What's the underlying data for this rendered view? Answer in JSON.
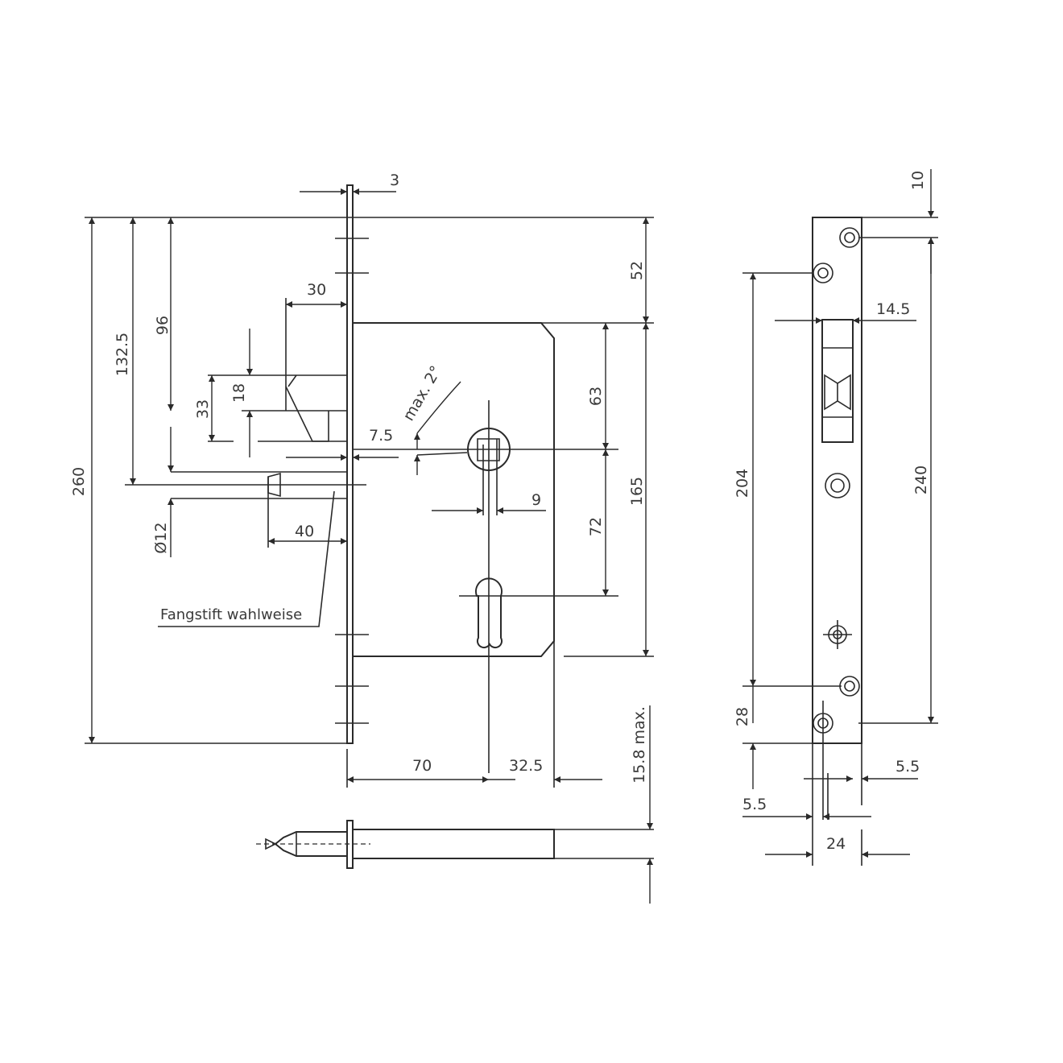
{
  "labels": {
    "d3": "3",
    "d30": "30",
    "d52": "52",
    "d96": "96",
    "d132_5": "132.5",
    "d260": "260",
    "d18": "18",
    "d33": "33",
    "d12": "Ø12",
    "d40": "40",
    "d7_5": "7.5",
    "max2": "max. 2°",
    "d63": "63",
    "d165": "165",
    "d9": "9",
    "d72": "72",
    "d70": "70",
    "d32_5": "32.5",
    "d15_8": "15.8 max.",
    "d10": "10",
    "d14_5": "14.5",
    "d204": "204",
    "d240": "240",
    "d28": "28",
    "d5_5a": "5.5",
    "d5_5b": "5.5",
    "d24": "24",
    "note_fangstift": "Fangstift wahlweise"
  }
}
